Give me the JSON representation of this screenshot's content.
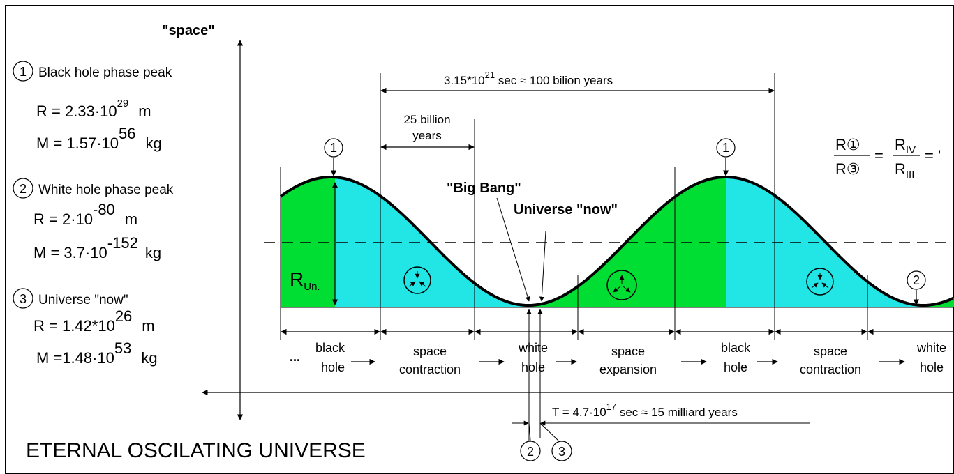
{
  "axis": {
    "y_label": "\"space\""
  },
  "legend": [
    {
      "num": "1",
      "title": "Black hole phase peak",
      "r_base": "R = 2.33·10",
      "r_exp": "29",
      "r_unit": "m",
      "m_base": "M = 1.57·10",
      "m_exp": "56",
      "m_unit": "kg"
    },
    {
      "num": "2",
      "title": "White hole phase peak",
      "r_base": "R = 2·10",
      "r_exp": "-80",
      "r_unit": "m",
      "m_base": "M = 3.7·10",
      "m_exp": "-152",
      "m_unit": "kg"
    },
    {
      "num": "3",
      "title": "Universe \"now\"",
      "r_base": "R = 1.42*10",
      "r_exp": "26",
      "r_unit": "m",
      "m_base": "M =1.48·10",
      "m_exp": "53",
      "m_unit": "kg"
    }
  ],
  "annotations": {
    "period_base": "3.15*10",
    "period_exp": "21",
    "period_rest": " sec ≈ 100 bilion years",
    "span_line1": "25 billion",
    "span_line2": "years",
    "big_bang": "\"Big Bang\"",
    "universe_now": "Universe \"now\"",
    "radius_label": "R",
    "radius_sub": "Un.",
    "t_base": "T = 4.7·10",
    "t_exp": "17",
    "t_rest": " sec ≈ 15 milliard years"
  },
  "ratio": {
    "n1": "R①",
    "d1": "R③",
    "eq1": "=",
    "n2": "R",
    "n2_sub": "IV",
    "d2": "R",
    "d2_sub": "III",
    "eq2": "= '"
  },
  "phases": [
    {
      "l1": "black",
      "l2": "hole"
    },
    {
      "l1": "space",
      "l2": "contraction"
    },
    {
      "l1": "white",
      "l2": "hole"
    },
    {
      "l1": "space",
      "l2": "expansion"
    },
    {
      "l1": "black",
      "l2": "hole"
    },
    {
      "l1": "space",
      "l2": "contraction"
    },
    {
      "l1": "white",
      "l2": "hole"
    }
  ],
  "phase_prefix": "...",
  "markers": {
    "m1": "1",
    "m2": "2",
    "m3": "3"
  },
  "title": "ETERNAL OSCILATING UNIVERSE",
  "colors": {
    "black_hole_fill": "#00dd33",
    "white_hole_fill": "#22e6e6",
    "line": "#000000"
  }
}
